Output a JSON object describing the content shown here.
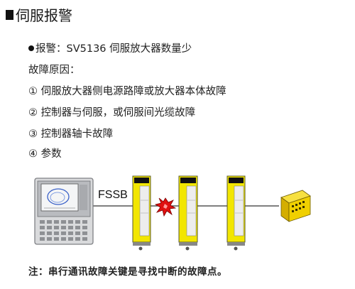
{
  "title": "伺服报警",
  "alarm": "报警：SV5136 伺服放大器数量少",
  "cause_heading": "故障原因：",
  "causes": [
    "① 伺服放大器侧电源路障或放大器本体故障",
    "② 控制器与伺服，或伺服间光缆故障",
    "③ 控制器轴卡故障",
    "④ 参数"
  ],
  "diagram": {
    "link_label": "FSSB"
  },
  "colors": {
    "amplifier_yellow": "#f2e600",
    "burst_red": "#e01010",
    "motor_yellow": "#f0d000"
  },
  "note": "注：串行通讯故障关键是寻找中断的故障点。"
}
